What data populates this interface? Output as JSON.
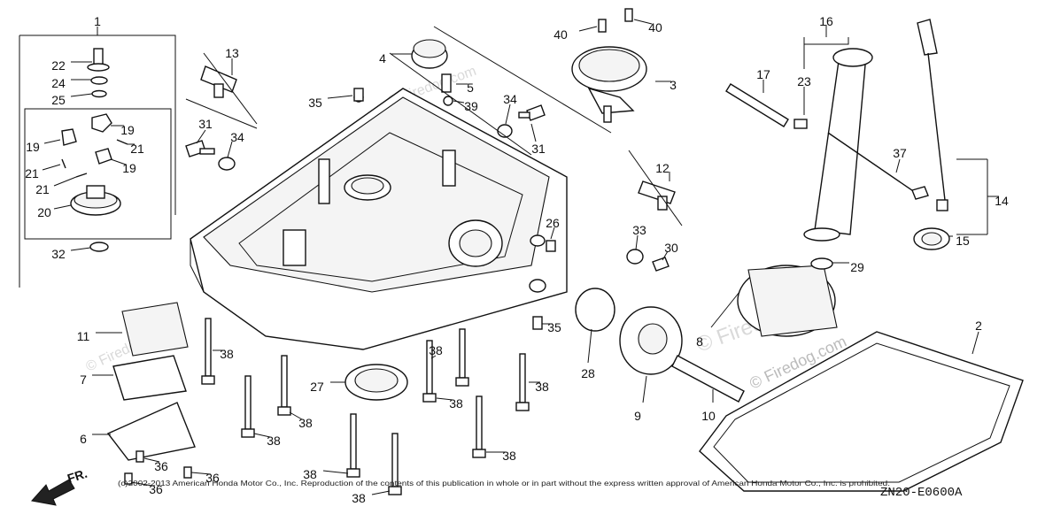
{
  "diagram": {
    "code": "ZN20-E0600A",
    "copyright": "(c)2002-2013 American Honda Motor Co., Inc. Reproduction of the contents of this publication in whole or in part without the express written approval of American Honda Motor Co., Inc. is prohibited.",
    "direction_label": "FR.",
    "watermark": "© Firedog.com",
    "callouts": [
      "1",
      "2",
      "3",
      "4",
      "5",
      "6",
      "7",
      "8",
      "9",
      "10",
      "11",
      "12",
      "13",
      "14",
      "15",
      "16",
      "17",
      "19",
      "20",
      "21",
      "22",
      "23",
      "24",
      "25",
      "26",
      "27",
      "28",
      "29",
      "30",
      "31",
      "32",
      "33",
      "34",
      "35",
      "36",
      "37",
      "38",
      "39",
      "40"
    ]
  }
}
